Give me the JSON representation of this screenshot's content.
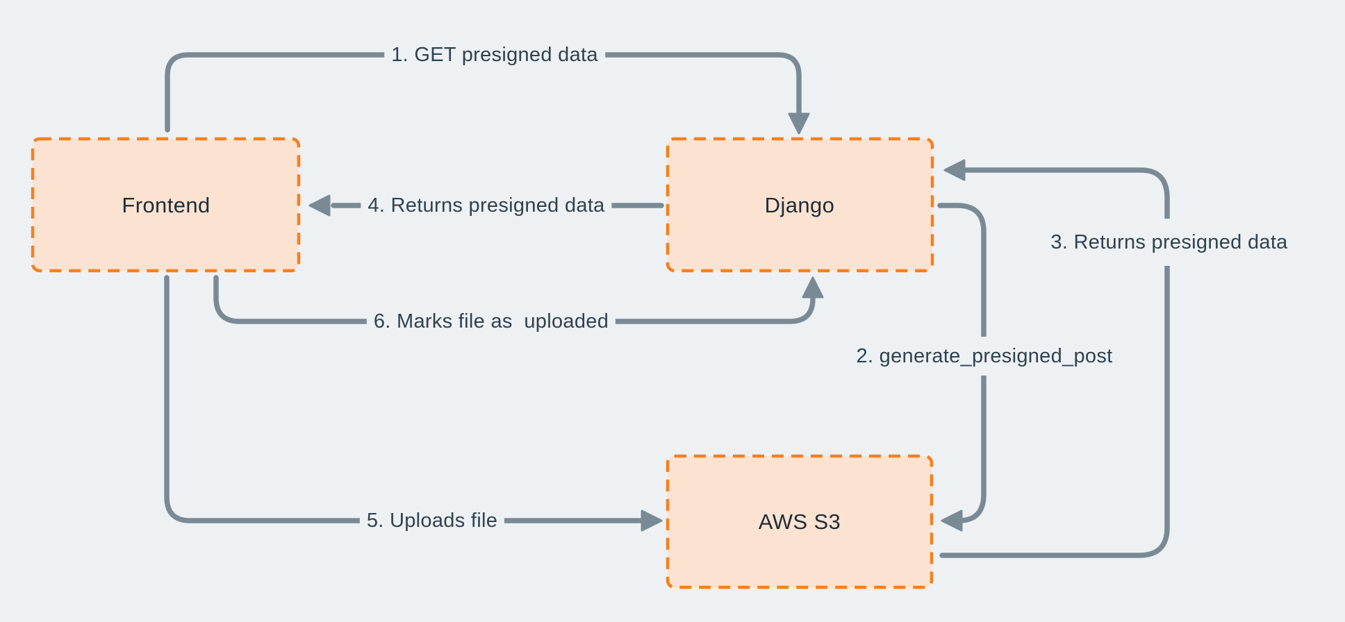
{
  "canvas": {
    "background": "#edf1f4"
  },
  "palette": {
    "arrow": "#7a8a94",
    "node_fill": "#fce3d1",
    "node_border": "#f5801f",
    "edge_label_text": "#31414e",
    "node_label_text": "#1d2c39"
  },
  "nodes": [
    {
      "id": "frontend",
      "label": "Frontend"
    },
    {
      "id": "django",
      "label": "Django"
    },
    {
      "id": "aws-s3",
      "label": "AWS S3"
    }
  ],
  "edges": [
    {
      "step": "1",
      "label": "1. GET presigned data",
      "from": "Frontend",
      "to": "Django"
    },
    {
      "step": "2",
      "label": "2. generate_presigned_post",
      "from": "Django",
      "to": "AWS S3"
    },
    {
      "step": "3",
      "label": "3. Returns presigned data",
      "from": "AWS S3",
      "to": "Django"
    },
    {
      "step": "4",
      "label": "4. Returns presigned data",
      "from": "Django",
      "to": "Frontend"
    },
    {
      "step": "5",
      "label": "5. Uploads file",
      "from": "Frontend",
      "to": "AWS S3"
    },
    {
      "step": "6",
      "label": "6. Marks file as  uploaded",
      "from": "Frontend",
      "to": "Django"
    }
  ]
}
